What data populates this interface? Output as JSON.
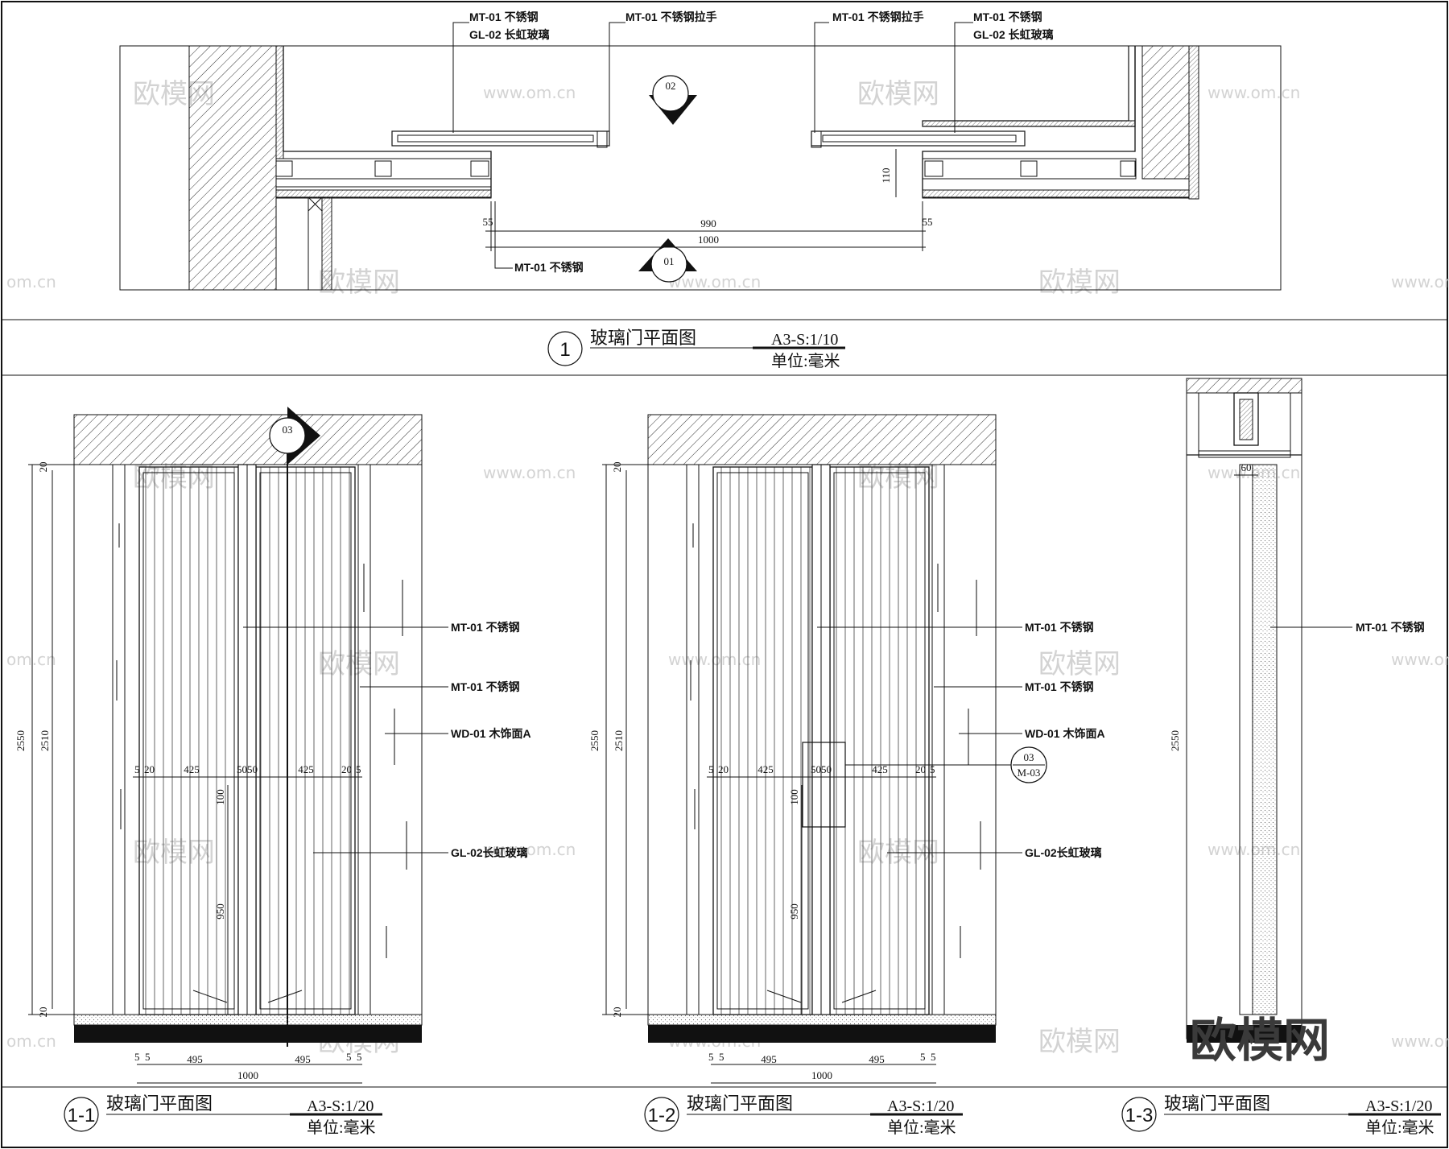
{
  "watermarks": {
    "text_cn": "欧模网",
    "text_url": "www.om.cn",
    "text_url_partial": "om.cn",
    "logo": "欧模网"
  },
  "plan": {
    "callouts": {
      "left_mt": "MT-01 不锈钢",
      "left_gl": "GL-02 长虹玻璃",
      "left_handle": "MT-01 不锈钢拉手",
      "right_handle": "MT-01 不锈钢拉手",
      "right_mt": "MT-01 不锈钢",
      "right_gl": "GL-02 长虹玻璃",
      "bottom_mt": "MT-01 不锈钢"
    },
    "markers": {
      "top": "02",
      "bottom": "01"
    },
    "dims": {
      "d110": "110",
      "d55a": "55",
      "d990": "990",
      "d55b": "55",
      "d1000": "1000"
    },
    "title": {
      "number": "1",
      "name": "玻璃门平面图",
      "scale": "A3-S:1/10",
      "unit": "单位:毫米"
    }
  },
  "elev1": {
    "marker": "03",
    "callouts": {
      "mt_a": "MT-01 不锈钢",
      "mt_b": "MT-01 不锈钢",
      "wd": "WD-01 木饰面A",
      "gl": "GL-02长虹玻璃"
    },
    "dims": {
      "h2550": "2550",
      "h2510": "2510",
      "h20t": "20",
      "h20b": "20",
      "h100": "100",
      "h950": "950",
      "w5a": "5",
      "w20a": "20",
      "w425a": "425",
      "w5050": "5050",
      "w425b": "425",
      "w20b": "20",
      "w5b": "5",
      "b5a": "5",
      "b5b": "5",
      "b495a": "495",
      "b495b": "495",
      "b5c": "5",
      "b5d": "5",
      "b1000": "1000"
    },
    "title": {
      "number": "1-1",
      "name": "玻璃门平面图",
      "scale": "A3-S:1/20",
      "unit": "单位:毫米"
    }
  },
  "elev2": {
    "marker_num": "03",
    "marker_ref": "M-03",
    "callouts": {
      "mt_a": "MT-01 不锈钢",
      "mt_b": "MT-01 不锈钢",
      "wd": "WD-01 木饰面A",
      "gl": "GL-02长虹玻璃"
    },
    "dims": {
      "h2550": "2550",
      "h2510": "2510",
      "h20t": "20",
      "h20b": "20",
      "h100": "100",
      "h950": "950",
      "w5a": "5",
      "w20a": "20",
      "w425a": "425",
      "w5050": "5050",
      "w425b": "425",
      "w20b": "20",
      "w5b": "5",
      "b5a": "5",
      "b5b": "5",
      "b495a": "495",
      "b495b": "495",
      "b5c": "5",
      "b5d": "5",
      "b1000": "1000"
    },
    "title": {
      "number": "1-2",
      "name": "玻璃门平面图",
      "scale": "A3-S:1/20",
      "unit": "单位:毫米"
    }
  },
  "section": {
    "callouts": {
      "mt": "MT-01 不锈钢"
    },
    "dims": {
      "d60": "60",
      "h2550": "2550"
    },
    "title": {
      "number": "1-3",
      "name": "玻璃门平面图",
      "scale": "A3-S:1/20",
      "unit": "单位:毫米"
    }
  }
}
